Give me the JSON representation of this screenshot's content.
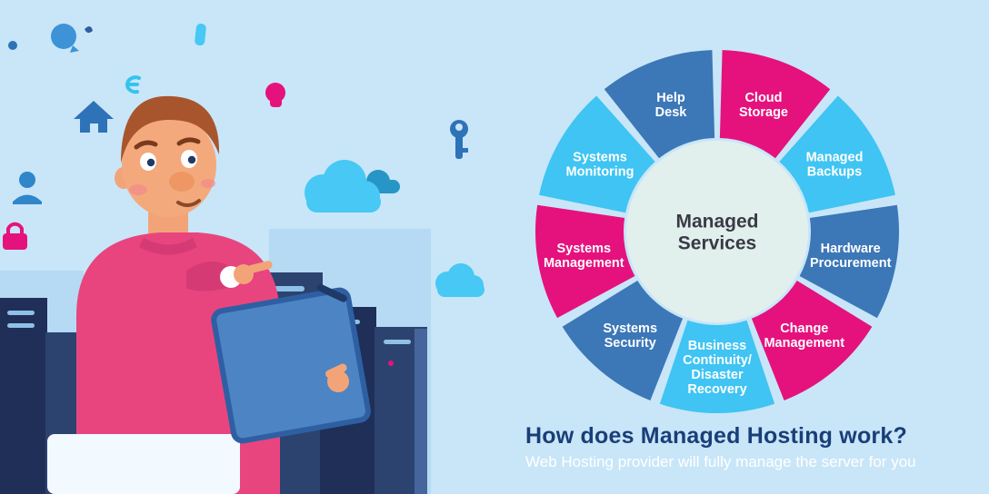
{
  "scene": {
    "background": "#c8e6f8",
    "illustration_alt": "Man in a pink sweater holding a blue tablet in front of server racks, surrounded by cloud, lock, key, house and people icons"
  },
  "illustration": {
    "icons": [
      "balloon-icon",
      "battery-icon",
      "squiggle-icon",
      "house-icon",
      "mushroom-icon",
      "person-icon",
      "lock-icon",
      "key-icon",
      "cloud-icon-large",
      "cloud-icon-dark",
      "cloud-icon-small"
    ],
    "figures": [
      "building-silhouettes",
      "server-racks",
      "man-with-tablet",
      "tablet",
      "floor-desk"
    ]
  },
  "wheel": {
    "center_label": "Managed Services",
    "center_lines": [
      "Managed",
      "Services"
    ],
    "center_fill": "#e2f0ed",
    "center_text_color": "#3a3a46",
    "label_color": "#ffffff",
    "colors": {
      "blue": "#3c77b7",
      "magenta": "#e5127d",
      "cyan": "#3fc4f3"
    },
    "segments": [
      {
        "id": "help-desk",
        "label": "Help Desk",
        "lines": [
          "Help",
          "Desk"
        ],
        "color": "blue"
      },
      {
        "id": "cloud-storage",
        "label": "Cloud Storage",
        "lines": [
          "Cloud",
          "Storage"
        ],
        "color": "magenta"
      },
      {
        "id": "managed-backups",
        "label": "Managed Backups",
        "lines": [
          "Managed",
          "Backups"
        ],
        "color": "cyan"
      },
      {
        "id": "hardware-procurement",
        "label": "Hardware Procurement",
        "lines": [
          "Hardware",
          "Procurement"
        ],
        "color": "blue"
      },
      {
        "id": "change-management",
        "label": "Change Management",
        "lines": [
          "Change",
          "Management"
        ],
        "color": "magenta"
      },
      {
        "id": "business-continuity-disaster-recovery",
        "label": "Business Continuity/ Disaster Recovery",
        "lines": [
          "Business",
          "Continuity/",
          "Disaster",
          "Recovery"
        ],
        "color": "cyan"
      },
      {
        "id": "systems-security",
        "label": "Systems Security",
        "lines": [
          "Systems",
          "Security"
        ],
        "color": "blue"
      },
      {
        "id": "systems-management",
        "label": "Systems Management",
        "lines": [
          "Systems",
          "Management"
        ],
        "color": "magenta"
      },
      {
        "id": "systems-monitoring",
        "label": "Systems Monitoring",
        "lines": [
          "Systems",
          "Monitoring"
        ],
        "color": "cyan"
      }
    ]
  },
  "caption": {
    "title": "How does Managed Hosting work?",
    "subtitle": "Web Hosting provider will fully manage the server for you",
    "title_color": "#1a3e78",
    "subtitle_color": "#ffffff"
  }
}
